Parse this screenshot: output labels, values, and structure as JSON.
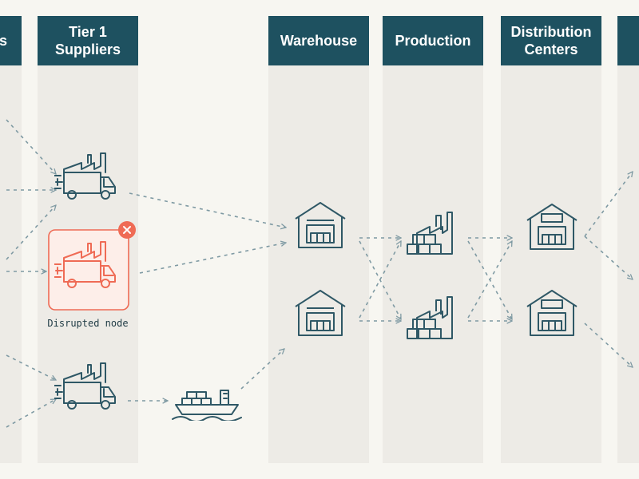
{
  "colors": {
    "header_bg": "#1e5160",
    "header_text": "#ffffff",
    "column_bg": "#edebe6",
    "page_bg": "#f7f6f1",
    "icon_stroke": "#2f5866",
    "arrow": "#7f9aa3",
    "disrupted": "#ef6b55",
    "disrupted_bg": "#fdeee9"
  },
  "columns": [
    {
      "id": "tier2",
      "label": "s"
    },
    {
      "id": "tier1",
      "label": "Tier 1\nSuppliers"
    },
    {
      "id": "warehouse",
      "label": "Warehouse"
    },
    {
      "id": "production",
      "label": "Production"
    },
    {
      "id": "distribution",
      "label": "Distribution\nCenters"
    },
    {
      "id": "next",
      "label": ""
    }
  ],
  "nodes": [
    {
      "id": "supplier-1",
      "icon": "factory-truck-icon",
      "status": "normal"
    },
    {
      "id": "supplier-2",
      "icon": "factory-truck-icon",
      "status": "disrupted"
    },
    {
      "id": "supplier-3",
      "icon": "factory-truck-icon",
      "status": "normal"
    },
    {
      "id": "ship-1",
      "icon": "cargo-ship-icon",
      "status": "normal"
    },
    {
      "id": "warehouse-1",
      "icon": "warehouse-icon",
      "status": "normal"
    },
    {
      "id": "warehouse-2",
      "icon": "warehouse-icon",
      "status": "normal"
    },
    {
      "id": "production-1",
      "icon": "factory-boxes-icon",
      "status": "normal"
    },
    {
      "id": "production-2",
      "icon": "factory-boxes-icon",
      "status": "normal"
    },
    {
      "id": "dc-1",
      "icon": "distribution-center-icon",
      "status": "normal"
    },
    {
      "id": "dc-2",
      "icon": "distribution-center-icon",
      "status": "normal"
    }
  ],
  "disrupted_label": "Disrupted node",
  "disrupted_badge_icon": "close-icon"
}
